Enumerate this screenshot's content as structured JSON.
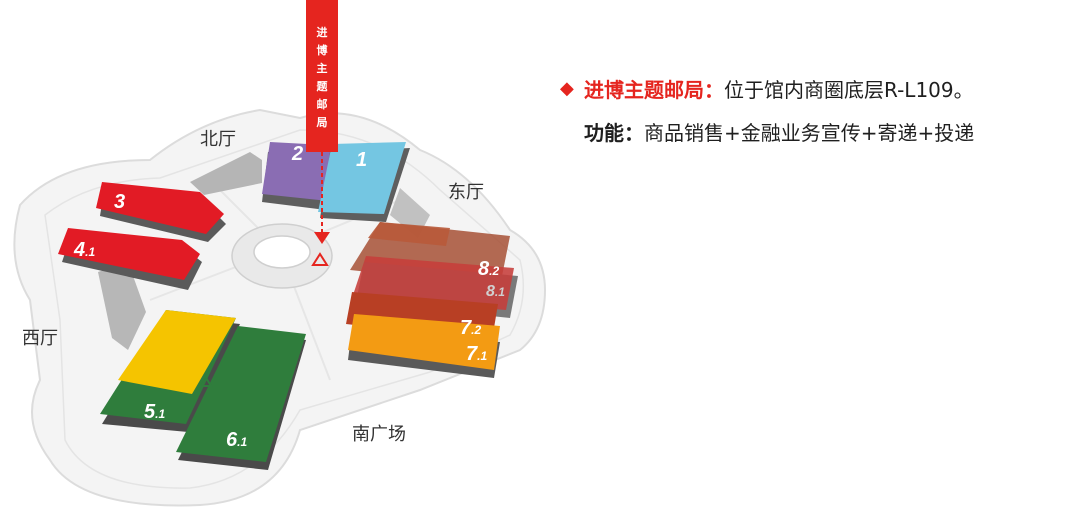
{
  "map": {
    "area_labels": {
      "north": "北厅",
      "east": "东厅",
      "west": "西厅",
      "south_plaza": "南广场"
    },
    "halls": [
      {
        "id": "1",
        "num": "1",
        "sub": "",
        "color": "#74c6e2"
      },
      {
        "id": "2",
        "num": "2",
        "sub": "",
        "color": "#8a6db3"
      },
      {
        "id": "3",
        "num": "3",
        "sub": "",
        "color": "#e21b25"
      },
      {
        "id": "4-1",
        "num": "4",
        "sub": ".1",
        "color": "#e21b25"
      },
      {
        "id": "5-1",
        "num": "5",
        "sub": ".1",
        "color": "#2f7d3c"
      },
      {
        "id": "6-1",
        "num": "6",
        "sub": ".1",
        "color": "#2f7d3c"
      },
      {
        "id": "7-1",
        "num": "7",
        "sub": ".1",
        "color": "#f39b13"
      },
      {
        "id": "7-2",
        "num": "7",
        "sub": ".2",
        "color": "#b83f24"
      },
      {
        "id": "8-1",
        "num": "8",
        "sub": ".1",
        "color": "#c63d3a"
      },
      {
        "id": "8-2",
        "num": "8",
        "sub": ".2",
        "color": "#a44a2e"
      }
    ],
    "banner_chars": [
      "进",
      "博",
      "主",
      "题",
      "邮",
      "局"
    ]
  },
  "info": {
    "title_key": "进博主题邮局：",
    "title_text": "位于馆内商圈底层R-L109。",
    "func_key": "功能：",
    "func_text": "商品销售+金融业务宣传+寄递+投递"
  },
  "colors": {
    "accent": "#e5251f"
  }
}
